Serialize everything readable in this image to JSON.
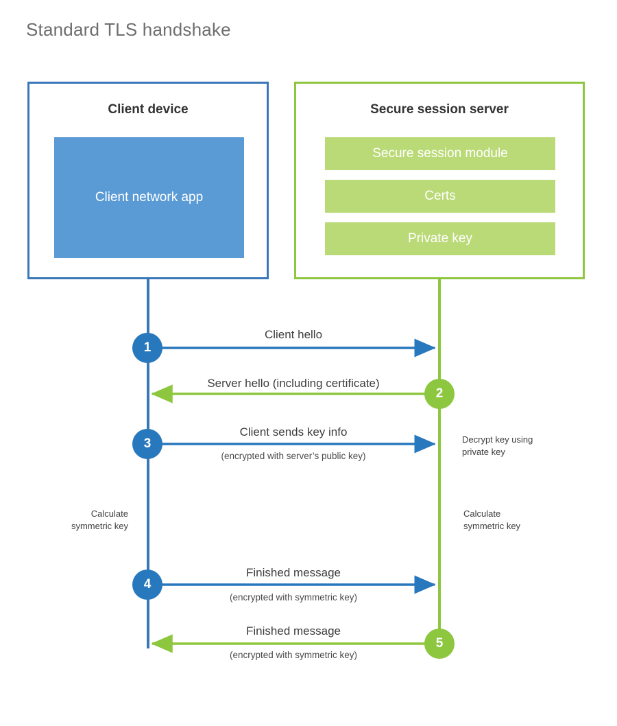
{
  "diagram": {
    "title": "Standard TLS handshake",
    "colors": {
      "client_blue": "#3a77b8",
      "client_circle_blue": "#2878bd",
      "client_app_blue": "#5b9bd5",
      "server_green": "#8dc63f",
      "server_bar_green": "#bada77",
      "title_gray": "#6e6e6e",
      "text_dark": "#3b3b3b",
      "background": "#ffffff"
    },
    "parties": {
      "client": {
        "title": "Client device",
        "inner_label": "Client network app"
      },
      "server": {
        "title": "Secure session server",
        "bars": [
          {
            "label": "Secure session module"
          },
          {
            "label": "Certs"
          },
          {
            "label": "Private key"
          }
        ]
      }
    },
    "steps": [
      {
        "number": "1",
        "actor": "client",
        "direction": "right",
        "label": "Client hello",
        "sublabel": ""
      },
      {
        "number": "2",
        "actor": "server",
        "direction": "left",
        "label": "Server hello (including certificate)",
        "sublabel": ""
      },
      {
        "number": "3",
        "actor": "client",
        "direction": "right",
        "label": "Client sends key info",
        "sublabel": "(encrypted with server’s public key)"
      },
      {
        "number": "4",
        "actor": "client",
        "direction": "right",
        "label": "Finished message",
        "sublabel": "(encrypted with symmetric key)"
      },
      {
        "number": "5",
        "actor": "server",
        "direction": "left",
        "label": "Finished message",
        "sublabel": "(encrypted with symmetric key)"
      }
    ],
    "annotations": [
      {
        "name": "decrypt-key-note",
        "side": "server",
        "text": "Decrypt key using\nprivate key"
      },
      {
        "name": "client-calculate-note",
        "side": "client",
        "text": "Calculate\nsymmetric key"
      },
      {
        "name": "server-calculate-note",
        "side": "server",
        "text": "Calculate\nsymmetric key"
      }
    ]
  }
}
